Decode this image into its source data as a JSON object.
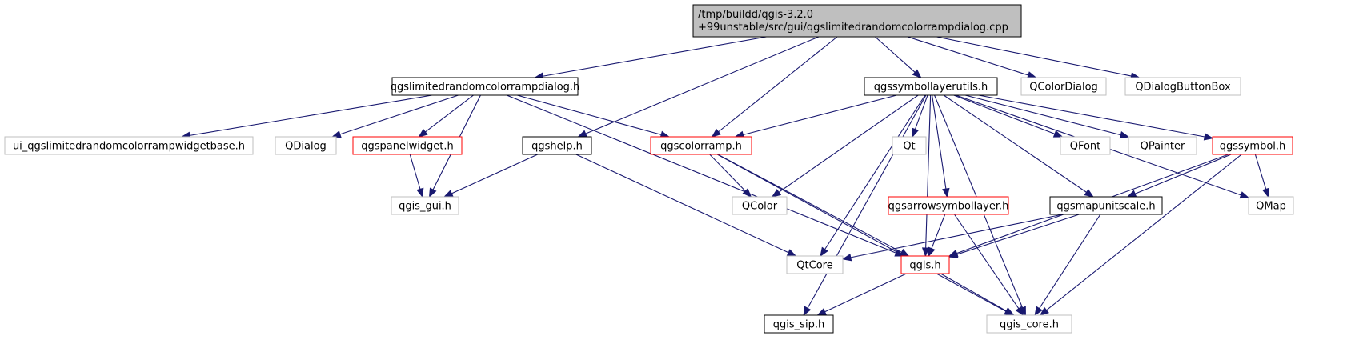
{
  "colors": {
    "edge": "#191970",
    "root_fill": "#bfbfbf",
    "doc_border": "#000000",
    "incomplete_border": "#ff0000",
    "external_border": "#bfbfbf",
    "external_text": "#404040"
  },
  "nodes": {
    "root": {
      "line1": "/tmp/buildd/qgis-3.2.0",
      "line2": "+99unstable/src/gui/qgslimitedrandomcolorrampdialog.cpp",
      "kind": "root"
    },
    "dialog_h": {
      "label": "qgslimitedrandomcolorrampdialog.h",
      "kind": "doc"
    },
    "symbollayerutils_h": {
      "label": "qgssymbollayerutils.h",
      "kind": "doc"
    },
    "qcolordialog": {
      "label": "QColorDialog",
      "kind": "external"
    },
    "qdialogbuttonbox": {
      "label": "QDialogButtonBox",
      "kind": "external"
    },
    "ui_base_h": {
      "label": "ui_qgslimitedrandomcolorrampwidgetbase.h",
      "kind": "external"
    },
    "qdialog": {
      "label": "QDialog",
      "kind": "external"
    },
    "panelwidget_h": {
      "label": "qgspanelwidget.h",
      "kind": "incomplete"
    },
    "qgshelp_h": {
      "label": "qgshelp.h",
      "kind": "doc"
    },
    "colorramp_h": {
      "label": "qgscolorramp.h",
      "kind": "incomplete"
    },
    "qt": {
      "label": "Qt",
      "kind": "external"
    },
    "qfont": {
      "label": "QFont",
      "kind": "external"
    },
    "qpainter": {
      "label": "QPainter",
      "kind": "external"
    },
    "symbol_h": {
      "label": "qgssymbol.h",
      "kind": "incomplete"
    },
    "qgis_gui_h": {
      "label": "qgis_gui.h",
      "kind": "external"
    },
    "qcolor": {
      "label": "QColor",
      "kind": "external"
    },
    "arrowsymbollayer_h": {
      "label": "qgsarrowsymbollayer.h",
      "kind": "incomplete"
    },
    "mapunitscale_h": {
      "label": "qgsmapunitscale.h",
      "kind": "doc"
    },
    "qmap": {
      "label": "QMap",
      "kind": "external"
    },
    "qtcore": {
      "label": "QtCore",
      "kind": "external"
    },
    "qgis_h": {
      "label": "qgis.h",
      "kind": "incomplete"
    },
    "qgis_sip_h": {
      "label": "qgis_sip.h",
      "kind": "doc"
    },
    "qgis_core_h": {
      "label": "qgis_core.h",
      "kind": "external"
    }
  },
  "edges": [
    [
      "root",
      "dialog_h"
    ],
    [
      "root",
      "symbollayerutils_h"
    ],
    [
      "root",
      "qcolordialog"
    ],
    [
      "root",
      "qdialogbuttonbox"
    ],
    [
      "root",
      "qgshelp_h"
    ],
    [
      "root",
      "colorramp_h"
    ],
    [
      "dialog_h",
      "ui_base_h"
    ],
    [
      "dialog_h",
      "qdialog"
    ],
    [
      "dialog_h",
      "panelwidget_h"
    ],
    [
      "dialog_h",
      "qgis_gui_h"
    ],
    [
      "dialog_h",
      "colorramp_h"
    ],
    [
      "dialog_h",
      "qgis_h"
    ],
    [
      "panelwidget_h",
      "qgis_gui_h"
    ],
    [
      "qgshelp_h",
      "qgis_gui_h"
    ],
    [
      "qgshelp_h",
      "qtcore"
    ],
    [
      "colorramp_h",
      "qcolor"
    ],
    [
      "colorramp_h",
      "qgis_h"
    ],
    [
      "colorramp_h",
      "qgis_core_h"
    ],
    [
      "symbollayerutils_h",
      "colorramp_h"
    ],
    [
      "symbollayerutils_h",
      "qt"
    ],
    [
      "symbollayerutils_h",
      "qcolor"
    ],
    [
      "symbollayerutils_h",
      "qfont"
    ],
    [
      "symbollayerutils_h",
      "qpainter"
    ],
    [
      "symbollayerutils_h",
      "symbol_h"
    ],
    [
      "symbollayerutils_h",
      "qmap"
    ],
    [
      "symbollayerutils_h",
      "qgis_core_h"
    ],
    [
      "symbollayerutils_h",
      "arrowsymbollayer_h"
    ],
    [
      "symbollayerutils_h",
      "mapunitscale_h"
    ],
    [
      "symbollayerutils_h",
      "qtcore"
    ],
    [
      "symbollayerutils_h",
      "qgis_h"
    ],
    [
      "symbollayerutils_h",
      "qgis_sip_h"
    ],
    [
      "symbol_h",
      "mapunitscale_h"
    ],
    [
      "symbol_h",
      "qmap"
    ],
    [
      "symbol_h",
      "qgis_h"
    ],
    [
      "symbol_h",
      "qgis_core_h"
    ],
    [
      "arrowsymbollayer_h",
      "qgis_h"
    ],
    [
      "arrowsymbollayer_h",
      "qgis_core_h"
    ],
    [
      "mapunitscale_h",
      "qtcore"
    ],
    [
      "mapunitscale_h",
      "qgis_h"
    ],
    [
      "mapunitscale_h",
      "qgis_core_h"
    ],
    [
      "qgis_h",
      "qgis_sip_h"
    ],
    [
      "qgis_h",
      "qgis_core_h"
    ]
  ]
}
